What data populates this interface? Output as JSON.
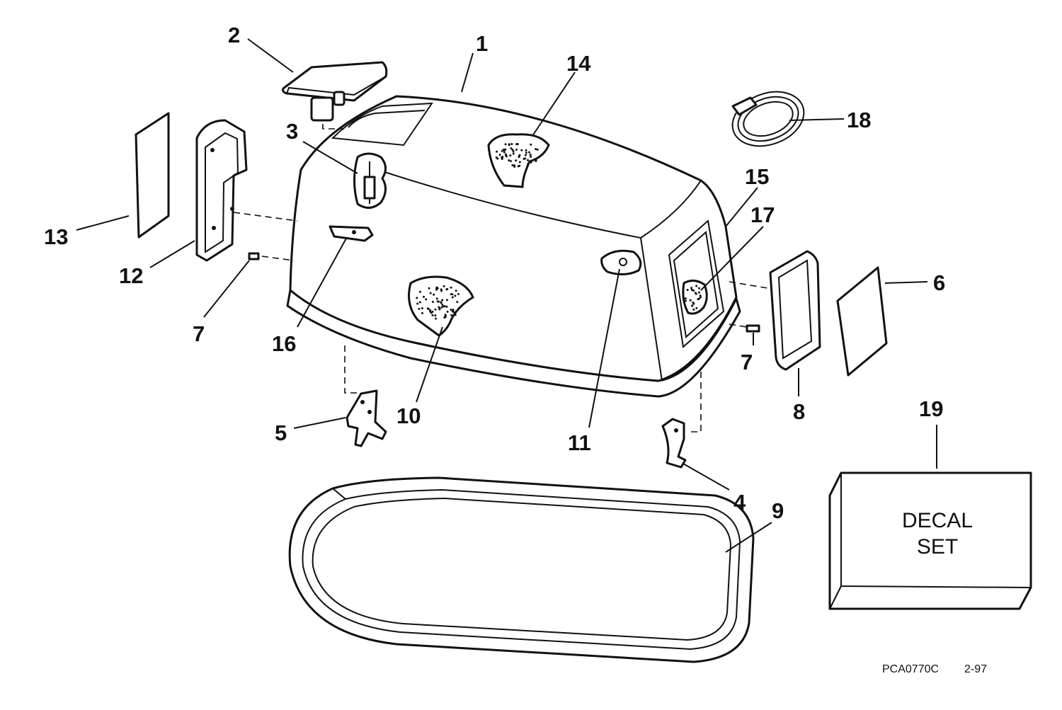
{
  "diagram": {
    "callouts": [
      "1",
      "2",
      "3",
      "4",
      "5",
      "6",
      "7",
      "7",
      "8",
      "9",
      "10",
      "11",
      "12",
      "13",
      "14",
      "15",
      "16",
      "17",
      "18",
      "19"
    ],
    "decal_box": {
      "line1": "DECAL",
      "line2": "SET"
    },
    "drawing_code": "PCA0770C",
    "revision_date": "2-97"
  },
  "colors": {
    "ink": "#111111",
    "paper": "#ffffff"
  }
}
